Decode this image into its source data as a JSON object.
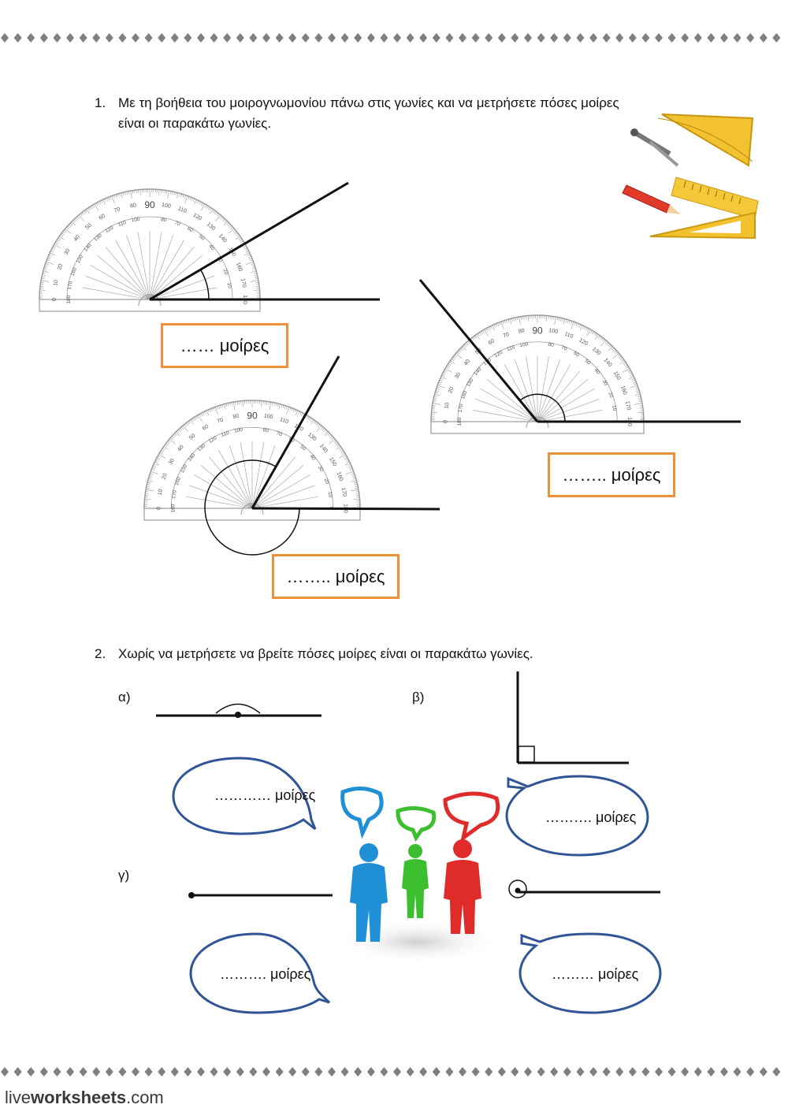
{
  "q1": {
    "number": "1.",
    "line1": "Με τη βοήθεια του μοιρογνωμονίου πάνω στις γωνίες και να μετρήσετε πόσες μοίρες",
    "line2": "είναι οι παρακάτω γωνίες."
  },
  "q1_answers": [
    "…… μοίρες",
    "…….. μοίρες",
    "…….. μοίρες"
  ],
  "protractor": {
    "mid_label": "90",
    "outer_labels": [
      "0",
      "10",
      "20",
      "30",
      "40",
      "50",
      "60",
      "70",
      "80",
      "100",
      "110",
      "120",
      "130",
      "140",
      "150",
      "160",
      "170",
      "180"
    ],
    "inner_labels": [
      "180",
      "170",
      "160",
      "150",
      "140",
      "130",
      "120",
      "110",
      "100",
      "80",
      "70",
      "60",
      "50",
      "40",
      "30",
      "20",
      "10",
      "0"
    ]
  },
  "q2": {
    "number": "2.",
    "text": "Χωρίς να μετρήσετε να βρείτε πόσες μοίρες είναι οι παρακάτω γωνίες.",
    "label_a": "α)",
    "label_b": "β)",
    "label_c": "γ)"
  },
  "q2_answers": {
    "a": "………… μοίρες",
    "b": "………. μοίρες",
    "c": "………. μοίρες",
    "d": "……… μοίρες"
  },
  "footer": {
    "logo_light": "live",
    "logo_bold": "worksheets",
    "logo_suffix": ".com"
  },
  "colors": {
    "answer_border": "#f0913a",
    "bubble_border": "#2f5597",
    "diamond": "#7f7f7f",
    "person_blue": "#1f8fd6",
    "person_green": "#3cbf2f",
    "person_red": "#e02b2b"
  }
}
